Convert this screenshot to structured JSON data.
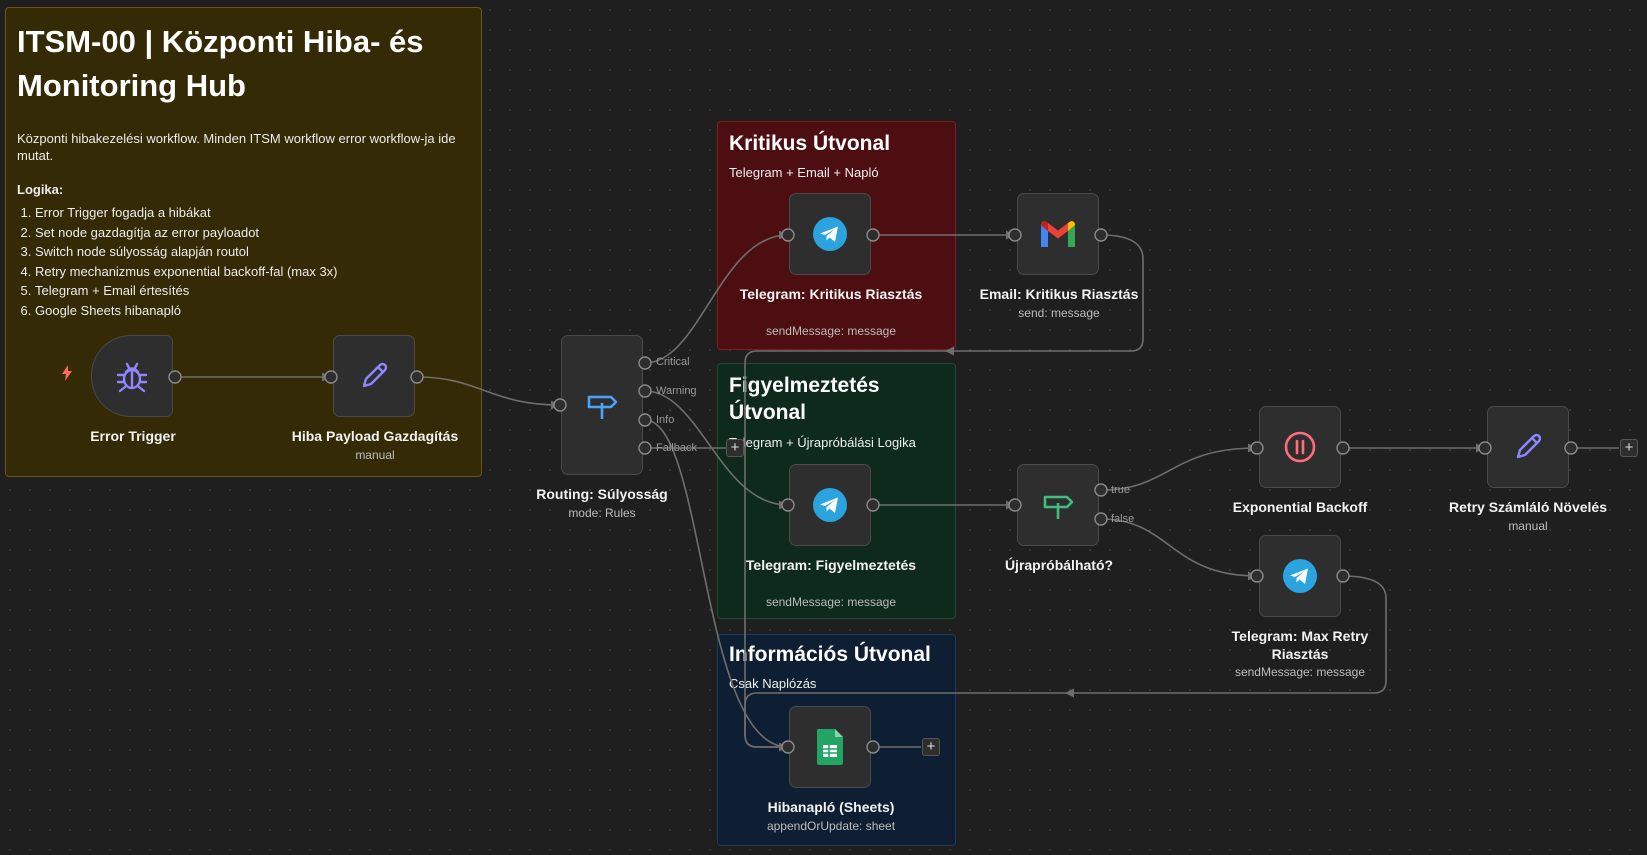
{
  "notes": {
    "main_title": "ITSM-00 | Központi Hiba- és Monitoring Hub",
    "main_desc": "Központi hibakezelési workflow. Minden ITSM workflow error workflow-ja ide mutat.",
    "logic_title": "Logika:",
    "logic_items": [
      "Error Trigger fogadja a hibákat",
      "Set node gazdagítja az error payloadot",
      "Switch node súlyosság alapján routol",
      "Retry mechanizmus exponential backoff-fal (max 3x)",
      "Telegram + Email értesítés",
      "Google Sheets hibanapló"
    ],
    "critical_title": "Kritikus Útvonal",
    "critical_sub": "Telegram + Email + Napló",
    "warning_title": "Figyelmeztetés Útvonal",
    "warning_sub": "Telegram + Újrapróbálási Logika",
    "info_title": "Információs Útvonal",
    "info_sub": "Csak Naplózás"
  },
  "nodes": {
    "error_trigger": {
      "label": "Error Trigger",
      "icon": "bug-icon"
    },
    "payload": {
      "label": "Hiba Payload Gazdagítás",
      "sub": "manual",
      "icon": "pencil-icon"
    },
    "routing": {
      "label": "Routing: Súlyosság",
      "sub": "mode: Rules",
      "icon": "signpost-icon"
    },
    "tg_critical": {
      "label": "Telegram: Kritikus Riasztás",
      "sub": "sendMessage: message",
      "icon": "telegram-icon"
    },
    "email_critical": {
      "label": "Email: Kritikus Riasztás",
      "sub": "send: message",
      "icon": "gmail-icon"
    },
    "tg_warning": {
      "label": "Telegram: Figyelmeztetés",
      "sub": "sendMessage: message",
      "icon": "telegram-icon"
    },
    "retry_check": {
      "label": "Újrapróbálható?",
      "icon": "signpost-icon"
    },
    "backoff": {
      "label": "Exponential Backoff",
      "icon": "pause-icon"
    },
    "retry_counter": {
      "label": "Retry Számláló Növelés",
      "sub": "manual",
      "icon": "pencil-icon"
    },
    "tg_maxretry": {
      "label": "Telegram: Max Retry Riasztás",
      "sub": "sendMessage: message",
      "icon": "telegram-icon"
    },
    "sheets": {
      "label": "Hibanapló (Sheets)",
      "sub": "appendOrUpdate: sheet",
      "icon": "sheets-icon"
    }
  },
  "outputs": {
    "critical": "Critical",
    "warning": "Warning",
    "info": "Info",
    "fallback": "Fallback",
    "true_label": "true",
    "false_label": "false"
  },
  "plus_symbol": "+",
  "colors": {
    "canvas": "#1f1f1f",
    "node_bg": "#2e2e2e",
    "edge": "#6e6e6e",
    "telegram": "#2aa3de",
    "sheets_green": "#21a464",
    "switch_blue": "#4aa3ff",
    "switch_green": "#3fbf7f",
    "pause_red": "#ff6d7a",
    "set_purple": "#8f86ff"
  }
}
